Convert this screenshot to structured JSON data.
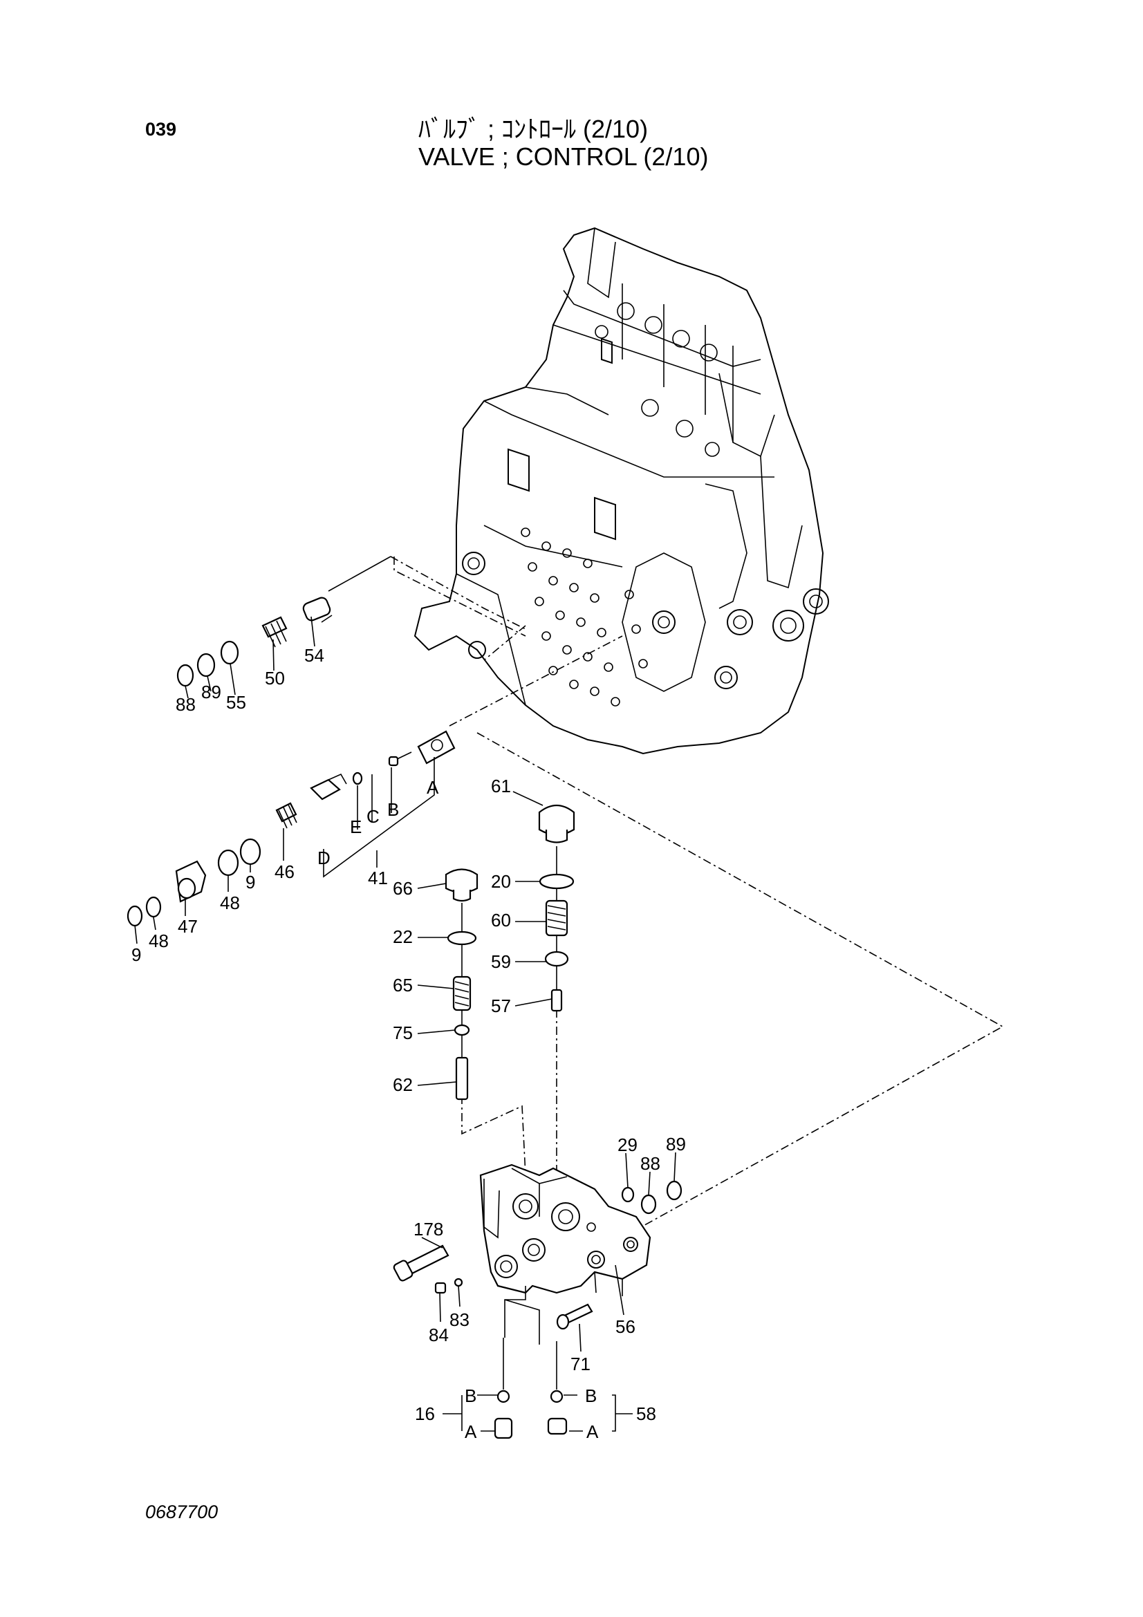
{
  "header": {
    "page_number": "039",
    "title_jp": "ﾊﾞﾙﾌﾞ ; ｺﾝﾄﾛｰﾙ (2/10)",
    "title_en": "VALVE ; CONTROL (2/10)"
  },
  "footer": {
    "doc_code": "0687700"
  },
  "callouts": {
    "c54": "54",
    "c50": "50",
    "c55": "55",
    "c88a": "88",
    "c89a": "89",
    "cA1": "A",
    "cB1": "B",
    "cC1": "C",
    "cE1": "E",
    "cD1": "D",
    "c41": "41",
    "c46": "46",
    "c9a": "9",
    "c48a": "48",
    "c47": "47",
    "c48b": "48",
    "c9b": "9",
    "c61": "61",
    "c20": "20",
    "c60": "60",
    "c59": "59",
    "c57": "57",
    "c66": "66",
    "c22": "22",
    "c65": "65",
    "c75": "75",
    "c62": "62",
    "c29": "29",
    "c88b": "88",
    "c89b": "89",
    "c178": "178",
    "c84": "84",
    "c83": "83",
    "c71": "71",
    "c56": "56",
    "c16": "16",
    "cB2": "B",
    "cA2": "A",
    "c58": "58",
    "cB3": "B",
    "cA3": "A"
  }
}
